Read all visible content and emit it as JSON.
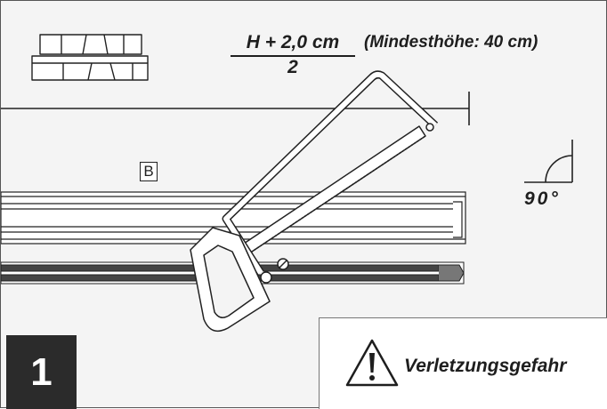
{
  "formula": {
    "numerator": "H + 2,0 cm",
    "denominator": "2"
  },
  "min_height_note": "(Mindesthöhe: 40 cm)",
  "part_label": "B",
  "angle_label": "90°",
  "step_number": "1",
  "warning": {
    "text": "Verletzungsgefahr",
    "icon": "warning-triangle-icon"
  },
  "icons": [
    "miter-box-icon",
    "hacksaw-icon",
    "right-angle-icon",
    "warning-triangle-icon"
  ],
  "colors": {
    "background": "#f4f4f4",
    "line": "#1e1e1e",
    "step_badge": "#2b2b2b",
    "warning_box": "#ffffff"
  }
}
